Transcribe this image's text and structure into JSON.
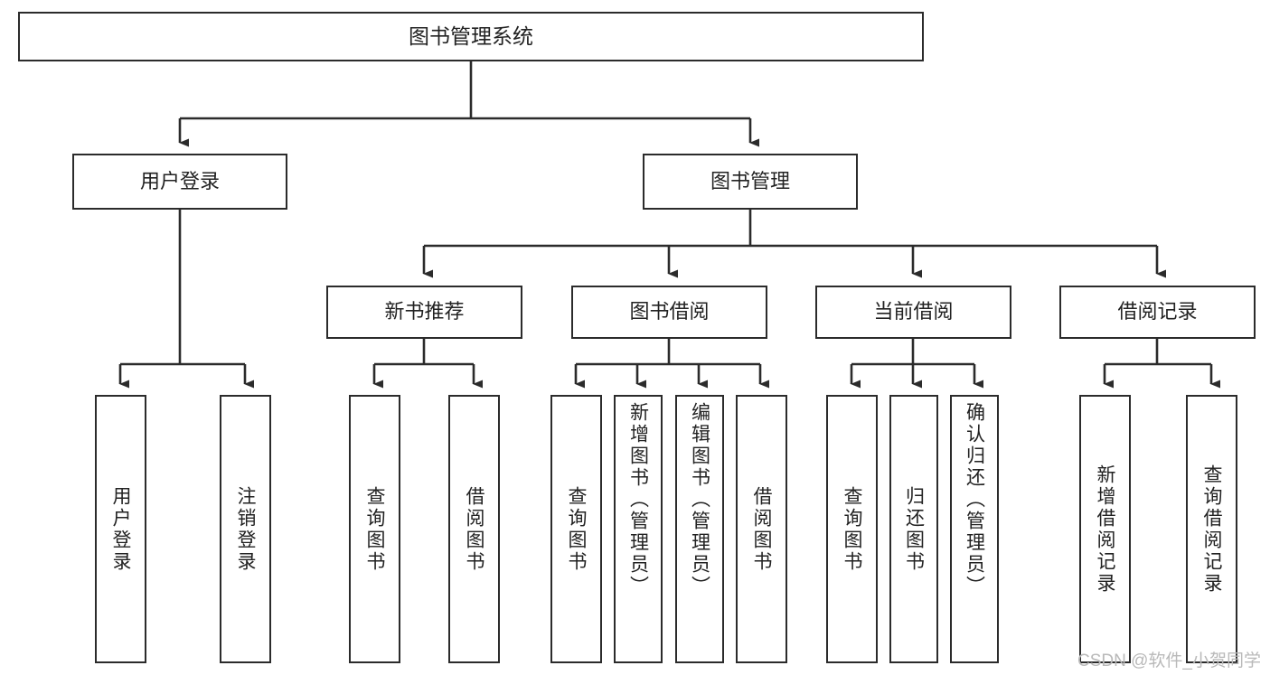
{
  "diagram": {
    "type": "tree-hierarchy",
    "title": "图书管理系统",
    "watermark": "CSDN @软件_小贺同学",
    "colors": {
      "background": "#ffffff",
      "box_border": "#2b2b2b",
      "box_fill": "#ffffff",
      "text": "#222222",
      "connector": "#2b2b2b",
      "watermark": "#b9b9b9"
    },
    "nodes": {
      "root": {
        "label": "图书管理系统",
        "level": 0
      },
      "level2": [
        {
          "id": "user-login",
          "label": "用户登录"
        },
        {
          "id": "book-manage",
          "label": "图书管理"
        }
      ],
      "level3": [
        {
          "id": "new-book-recommend",
          "label": "新书推荐",
          "parent": "book-manage"
        },
        {
          "id": "book-borrow",
          "label": "图书借阅",
          "parent": "book-manage"
        },
        {
          "id": "current-borrow",
          "label": "当前借阅",
          "parent": "book-manage"
        },
        {
          "id": "borrow-record",
          "label": "借阅记录",
          "parent": "book-manage"
        }
      ],
      "leaves": [
        {
          "id": "leaf-user-login",
          "label": "用户登录",
          "parent": "user-login"
        },
        {
          "id": "leaf-logout",
          "label": "注销登录",
          "parent": "user-login"
        },
        {
          "id": "leaf-query-book-1",
          "label": "查询图书",
          "parent": "new-book-recommend"
        },
        {
          "id": "leaf-borrow-book-1",
          "label": "借阅图书",
          "parent": "new-book-recommend"
        },
        {
          "id": "leaf-query-book-2",
          "label": "查询图书",
          "parent": "book-borrow"
        },
        {
          "id": "leaf-add-book",
          "label": "新增图书（管理员）",
          "parent": "book-borrow"
        },
        {
          "id": "leaf-edit-book",
          "label": "编辑图书（管理员）",
          "parent": "book-borrow"
        },
        {
          "id": "leaf-borrow-book-2",
          "label": "借阅图书",
          "parent": "book-borrow"
        },
        {
          "id": "leaf-query-book-3",
          "label": "查询图书",
          "parent": "current-borrow"
        },
        {
          "id": "leaf-return-book",
          "label": "归还图书",
          "parent": "current-borrow"
        },
        {
          "id": "leaf-confirm-return",
          "label": "确认归还（管理员）",
          "parent": "current-borrow"
        },
        {
          "id": "leaf-add-record",
          "label": "新增借阅记录",
          "parent": "borrow-record"
        },
        {
          "id": "leaf-query-record",
          "label": "查询借阅记录",
          "parent": "borrow-record"
        }
      ]
    }
  }
}
